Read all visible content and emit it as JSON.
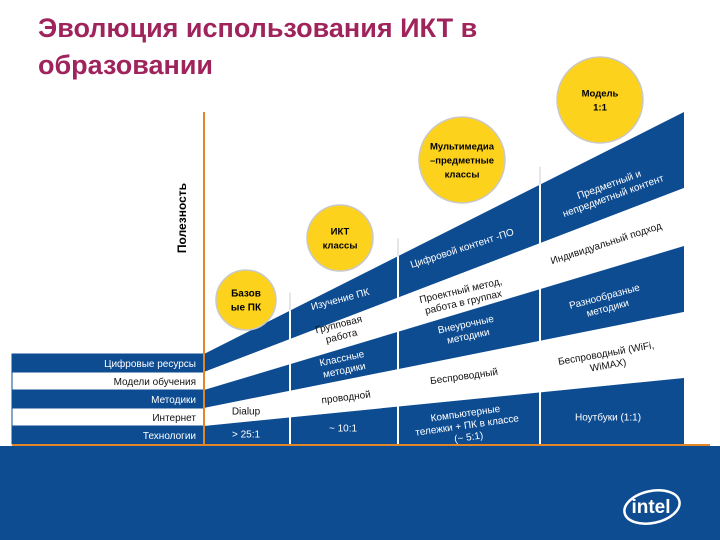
{
  "title": {
    "line1": "Эволюция использования ИКТ в",
    "line2": "образовании"
  },
  "axis": {
    "ylabel": "Полезность"
  },
  "rows": [
    "Цифровые ресурсы",
    "Модели обучения",
    "Методики",
    "Интернет",
    "Технологии"
  ],
  "stages": [
    {
      "circle": [
        "Базов",
        "ые ПК"
      ],
      "bands": {
        "technology": [
          "> 25:1"
        ],
        "internet": [
          "Dialup"
        ]
      }
    },
    {
      "circle": [
        "ИКТ",
        "классы"
      ],
      "bands": {
        "technology": [
          "~ 10:1"
        ],
        "internet": [
          "проводной"
        ],
        "methods": [
          "Классные",
          "методики"
        ],
        "models": [
          "Групповая",
          "работа"
        ],
        "resources": [
          "Изучение ПК"
        ]
      }
    },
    {
      "circle": [
        "Мультимедиа",
        "–предметные",
        "классы"
      ],
      "bands": {
        "technology": [
          "Компьютерные",
          "тележки + ПК в классе",
          "(~ 5:1)"
        ],
        "internet": [
          "Беспроводный"
        ],
        "methods": [
          "Внеурочные",
          "методики"
        ],
        "models": [
          "Проектный метод,",
          "работа в группах"
        ],
        "resources": [
          "Цифровой контент -ПО"
        ]
      }
    },
    {
      "circle": [
        "Модель",
        "1:1"
      ],
      "bands": {
        "technology": [
          "Ноутбуки (1:1)"
        ],
        "internet": [
          "Беспроводный (WiFi,",
          "WiMAX)"
        ],
        "methods": [
          "Разнообразные",
          "методики"
        ],
        "models": [
          "Индивидуальный подход"
        ],
        "resources": [
          "Предметный и",
          "непредметный контент"
        ]
      }
    }
  ],
  "colors": {
    "title": "#a0245c",
    "band_blue": "#0e4c92",
    "circle_fill": "#fcd21d",
    "axis": "#e2862a",
    "footer": "#0e4c92"
  },
  "logo": {
    "text": "intel"
  }
}
